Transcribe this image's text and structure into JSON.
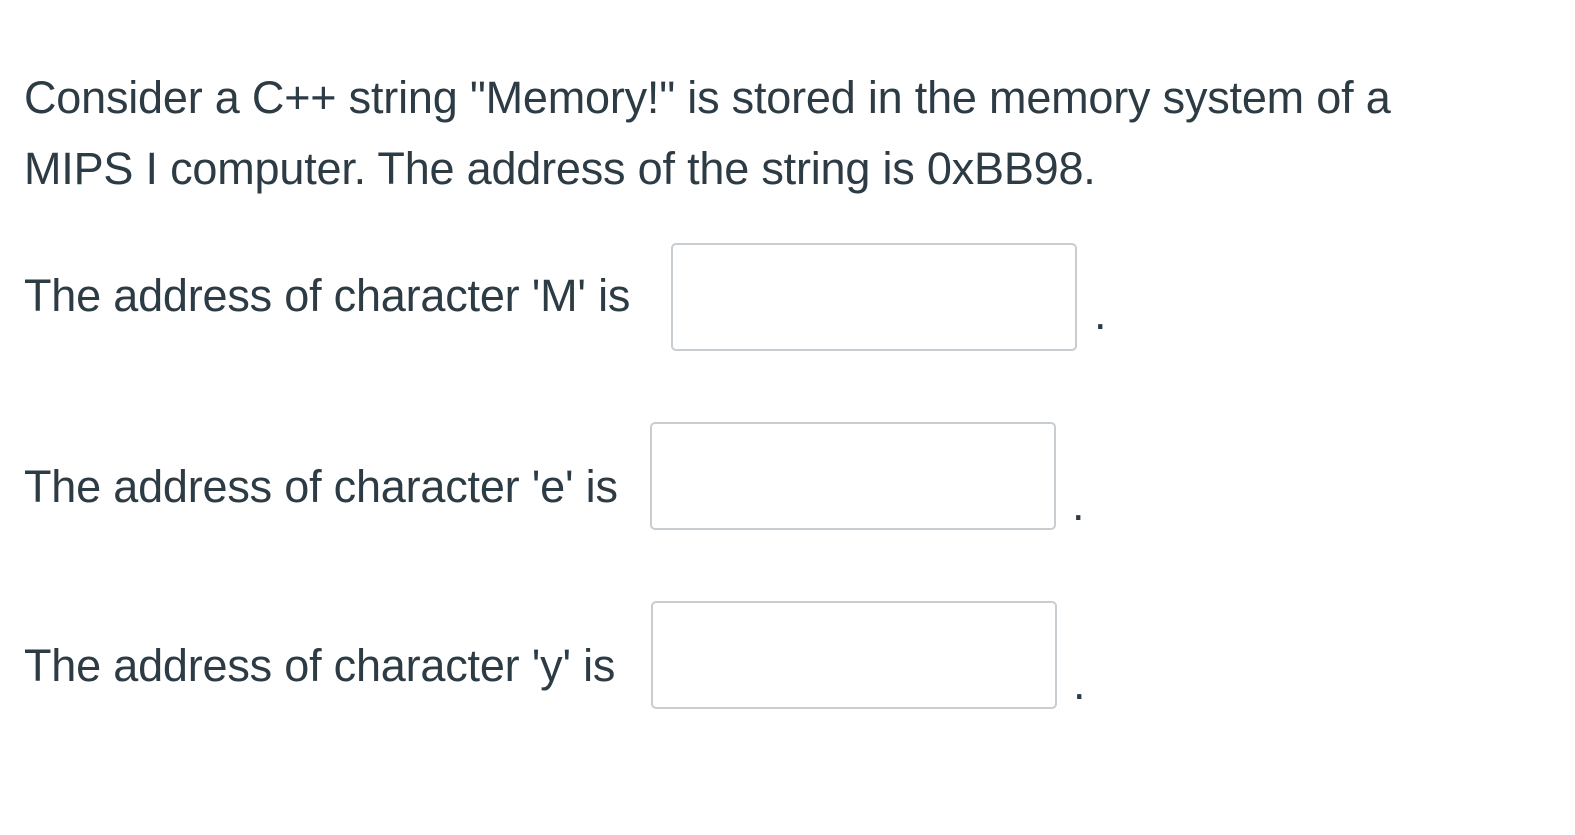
{
  "question": {
    "intro_line1": "Consider a C++ string \"Memory!\" is stored in the memory system of a",
    "intro_line2": "MIPS I computer. The address of the string is 0xBB98.",
    "rows": [
      {
        "label": "The address of character 'M' is",
        "value": "",
        "period": "."
      },
      {
        "label": "The address of character 'e' is",
        "value": "",
        "period": "."
      },
      {
        "label": "The address of character 'y' is",
        "value": "",
        "period": "."
      }
    ]
  },
  "colors": {
    "text": "#2d3b45",
    "input_border": "#c7cdd1",
    "background": "#ffffff"
  }
}
